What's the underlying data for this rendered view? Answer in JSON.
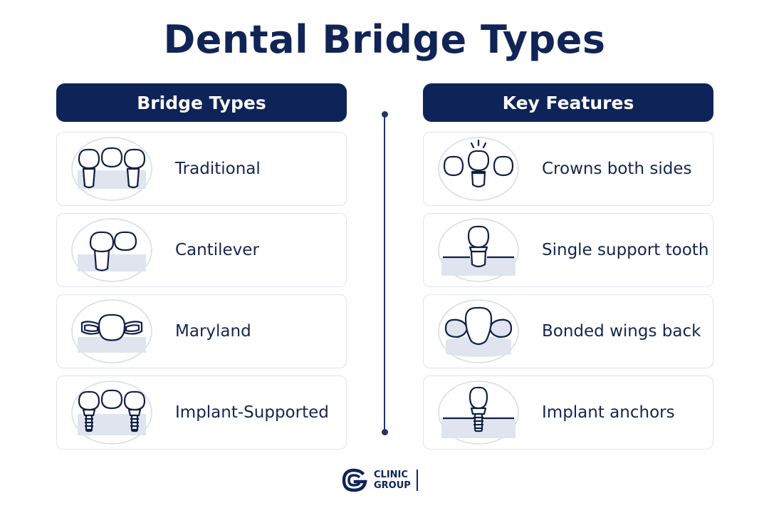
{
  "title": "Dental Bridge Types",
  "left_column": {
    "header": "Bridge Types",
    "items": [
      {
        "label": "Traditional",
        "icon": "traditional-bridge-icon"
      },
      {
        "label": "Cantilever",
        "icon": "cantilever-bridge-icon"
      },
      {
        "label": "Maryland",
        "icon": "maryland-bridge-icon"
      },
      {
        "label": "Implant-Supported",
        "icon": "implant-supported-bridge-icon"
      }
    ]
  },
  "right_column": {
    "header": "Key Features",
    "items": [
      {
        "label": "Crowns both sides",
        "icon": "crowns-both-sides-icon"
      },
      {
        "label": "Single support tooth",
        "icon": "single-support-tooth-icon"
      },
      {
        "label": "Bonded wings back",
        "icon": "bonded-wings-icon"
      },
      {
        "label": "Implant anchors",
        "icon": "implant-anchor-icon"
      }
    ]
  },
  "logo": {
    "line1": "CLINIC",
    "line2": "GROUP"
  },
  "colors": {
    "navy": "#0e2458",
    "gum": "#dfe4ef",
    "border": "#dfe3ec"
  }
}
